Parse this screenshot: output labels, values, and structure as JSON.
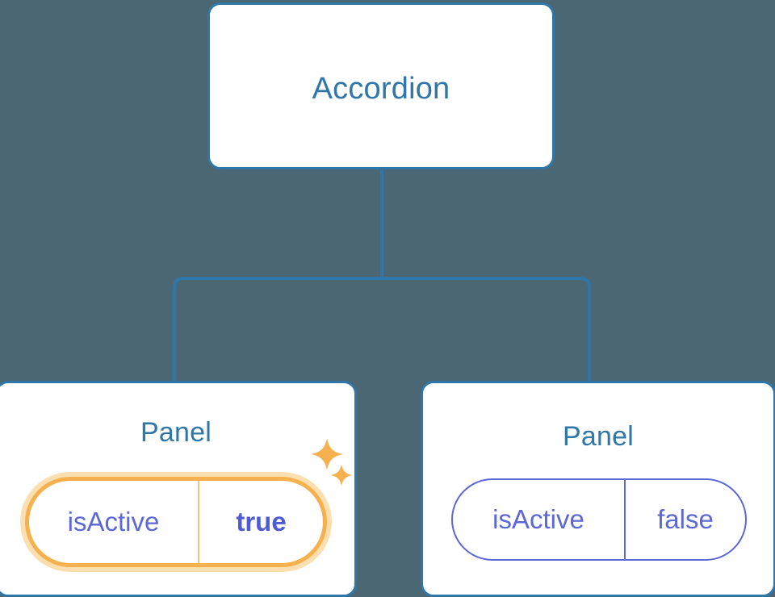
{
  "background_color": "#4c6774",
  "tree": {
    "root": {
      "title": "Accordion",
      "node_type": "component-node"
    },
    "children": [
      {
        "title": "Panel",
        "highlighted": true,
        "prop": {
          "key": "isActive",
          "value": "true"
        },
        "decorations": [
          "sparkle-large",
          "sparkle-small"
        ]
      },
      {
        "title": "Panel",
        "highlighted": false,
        "prop": {
          "key": "isActive",
          "value": "false"
        },
        "decorations": []
      }
    ]
  },
  "colors": {
    "background": "#4c6774",
    "node_border": "#2e77a8",
    "node_title": "#2e77a8",
    "connector": "#2e77a8",
    "prop_text": "#5c68d8",
    "prop_border": "#5c68d8",
    "highlight_ring": "#f5b14e",
    "highlight_glow": "#fbdfb0",
    "sparkle": "#f5b14e",
    "card_background": "#ffffff"
  },
  "icons": {
    "sparkle_large": "sparkle-icon",
    "sparkle_small": "sparkle-icon"
  }
}
